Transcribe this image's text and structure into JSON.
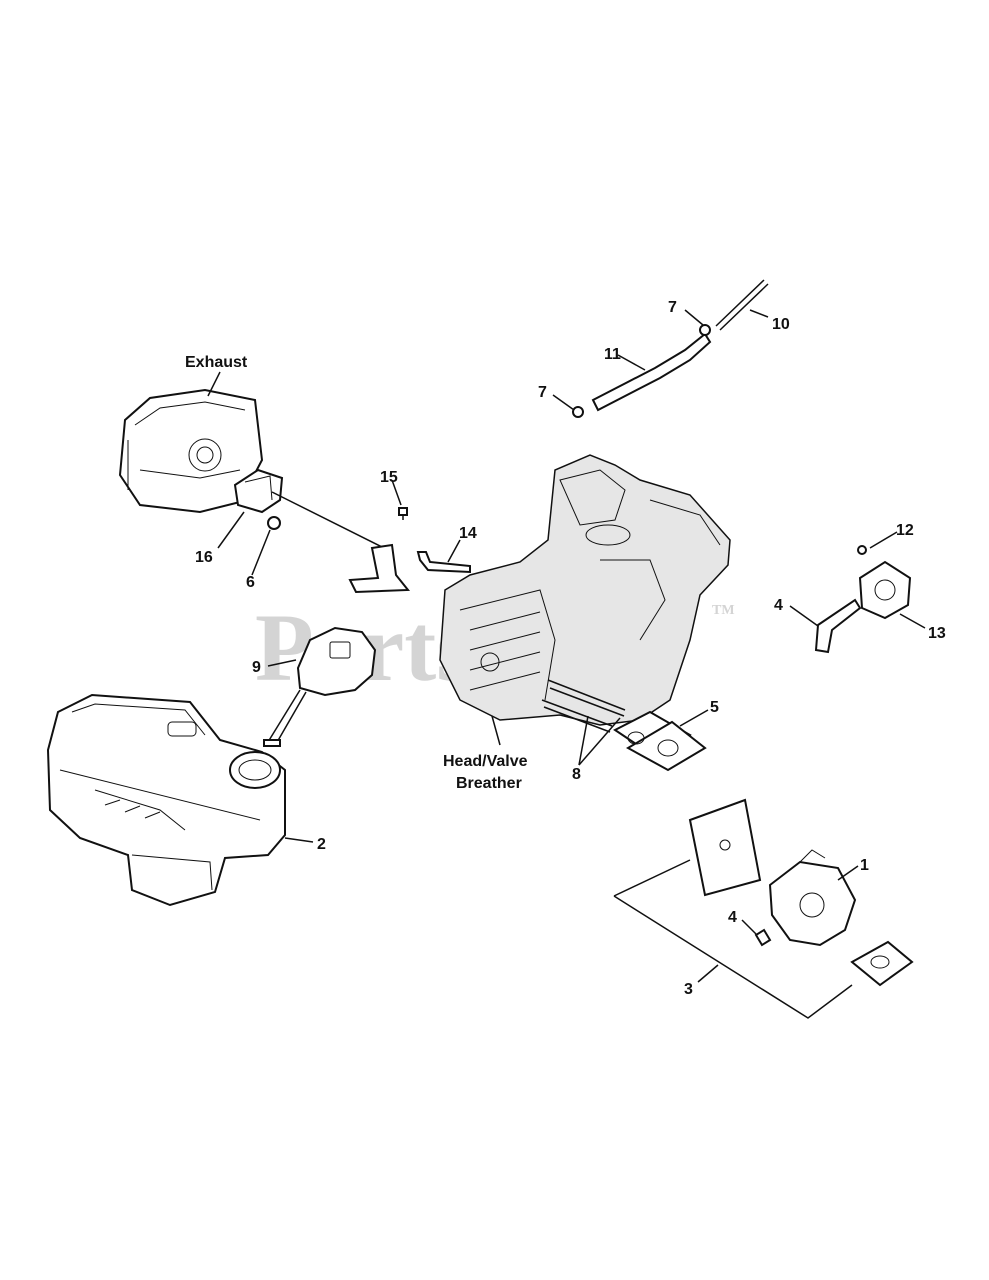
{
  "watermark": {
    "text": "PartsTree",
    "tm": "TM"
  },
  "labels": {
    "exhaust": "Exhaust",
    "head_valve_line1": "Head/Valve",
    "head_valve_line2": "Breather",
    "p1": "1",
    "p2": "2",
    "p3": "3",
    "p4a": "4",
    "p4b": "4",
    "p5": "5",
    "p6": "6",
    "p7a": "7",
    "p7b": "7",
    "p8": "8",
    "p9": "9",
    "p10": "10",
    "p11": "11",
    "p12": "12",
    "p13": "13",
    "p14": "14",
    "p15": "15",
    "p16": "16"
  }
}
